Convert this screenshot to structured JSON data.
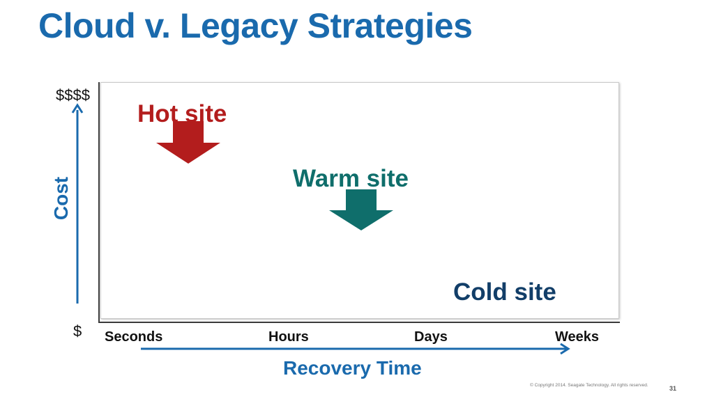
{
  "slide": {
    "title": "Cloud v. Legacy Strategies",
    "page_number": "31",
    "copyright": "© Copyright 2014. Seagate Technology. All rights reserved."
  },
  "axes": {
    "y": {
      "title": "Cost",
      "top_label": "$$$$",
      "bottom_label": "$"
    },
    "x": {
      "title": "Recovery Time",
      "ticks": [
        "Seconds",
        "Hours",
        "Days",
        "Weeks"
      ]
    },
    "arrow_color": "#1a6aad"
  },
  "sites": [
    {
      "label": "Hot site",
      "color": "#b31d1d",
      "icon": "down-arrow-icon"
    },
    {
      "label": "Warm site",
      "color": "#0f6e6b",
      "icon": "down-arrow-icon"
    },
    {
      "label": "Cold site",
      "color": "#123e68"
    }
  ]
}
